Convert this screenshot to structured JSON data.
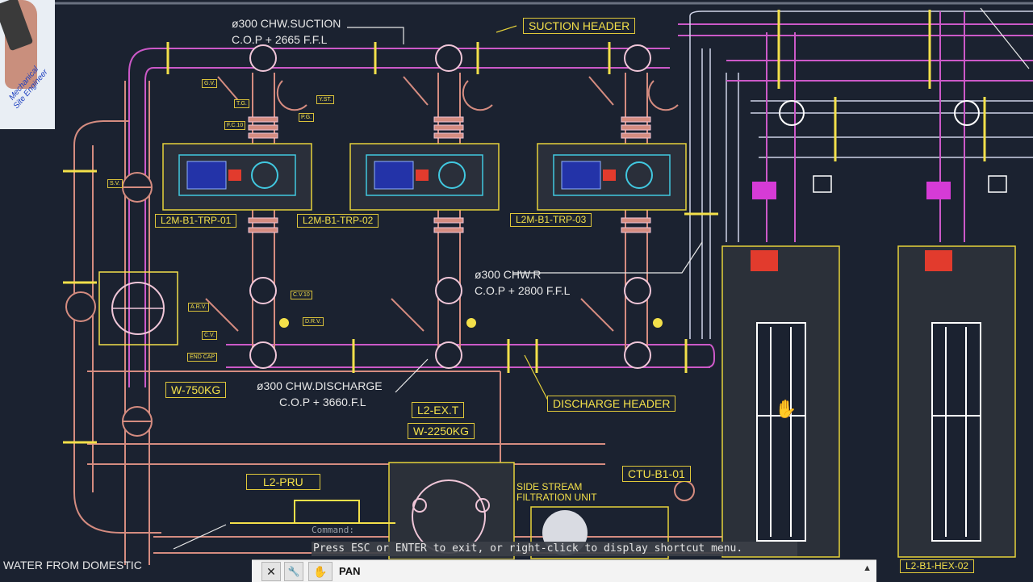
{
  "logo": {
    "lines": [
      "Mechanical",
      "Site Engineer"
    ]
  },
  "drawing": {
    "suction_pipe": [
      "ø300 CHW.SUCTION",
      "C.O.P + 2665 F.F.L"
    ],
    "return_pipe": [
      "ø300 CHW.R",
      "C.O.P + 2800 F.F.L"
    ],
    "discharge_pipe": [
      "ø300 CHW.DISCHARGE",
      "C.O.P + 3660.F.L"
    ],
    "suction_header": "SUCTION HEADER",
    "discharge_header": "DISCHARGE HEADER",
    "pumps": [
      "L2M-B1-TRP-01",
      "L2M-B1-TRP-02",
      "L2M-B1-TRP-03"
    ],
    "weight_small": "W-750KG",
    "weight_large": "W-2250KG",
    "expansion_tank": "L2-EX.T",
    "pru": "L2-PRU",
    "side_stream": [
      "SIDE STREAM",
      "FILTRATION UNIT"
    ],
    "ctu": "CTU-B1-01",
    "hex": "L2-B1-HEX-02",
    "water_from": "WATER FROM DOMESTIC",
    "end_cap": "END CAP",
    "small_tags": [
      "G.V.",
      "T.G.",
      "P.G.",
      "F.C.10",
      "Y.ST.",
      "S.V.",
      "C.V.10",
      "D.R.V.",
      "C.V.",
      "A.R.V."
    ]
  },
  "command": {
    "history": "Command:",
    "prompt": "Press ESC or ENTER to exit, or right-click to display shortcut menu.",
    "input_value": "PAN",
    "close_label": "✕",
    "customize_label": "🔧"
  }
}
